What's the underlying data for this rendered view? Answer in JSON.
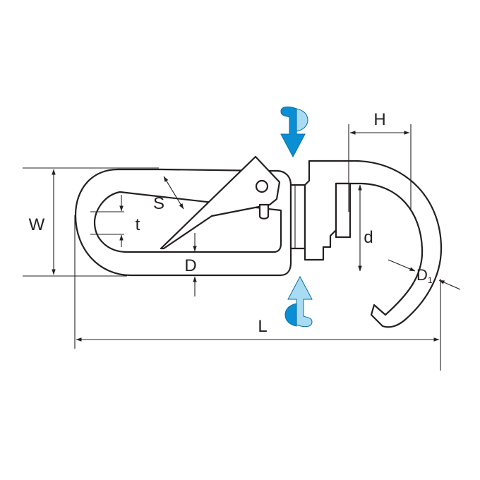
{
  "labels": {
    "W": "W",
    "S": "S",
    "t": "t",
    "D": "D",
    "L": "L",
    "H": "H",
    "d": "d",
    "D1_main": "D",
    "D1_sub": "1"
  },
  "colors": {
    "line": "#231f20",
    "arrow_dark": "#0a8fd4",
    "arrow_light": "#a9dcf3"
  },
  "icons": {
    "rotate_top": "rotate-down-arrow-icon",
    "rotate_bottom": "rotate-up-arrow-icon"
  }
}
